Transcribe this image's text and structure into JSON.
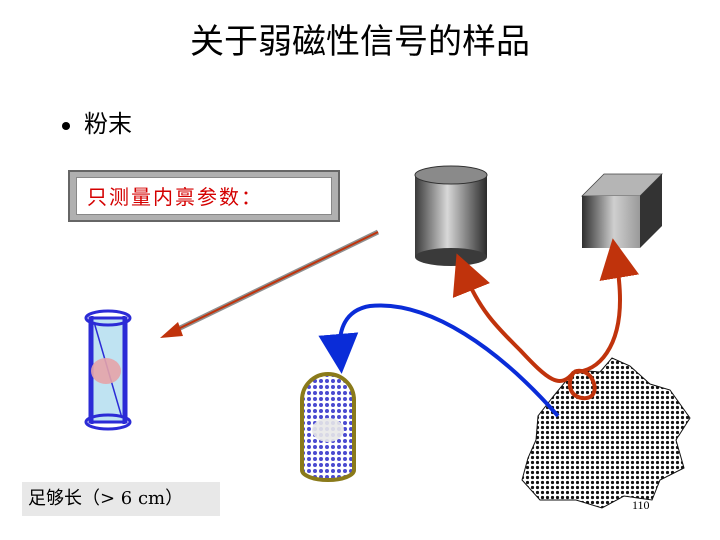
{
  "slide": {
    "title": "关于弱磁性信号的样品",
    "bullet": "粉末",
    "note": "只测量内禀参数：",
    "condition": "足够长（> 6 cm）",
    "page_number": "110"
  },
  "colors": {
    "note_text": "#d40000",
    "red_arrow": "#c0330c",
    "blue_arrow": "#0a2cd8",
    "tube_stroke": "#2b2bd6",
    "tube_fill": "#bfe3f2",
    "capsule_stroke": "#8a7a1a"
  },
  "icons": [
    "cylinder-sample-icon",
    "cube-sample-icon",
    "rock-sample-icon",
    "tube-holder-icon",
    "capsule-icon"
  ]
}
